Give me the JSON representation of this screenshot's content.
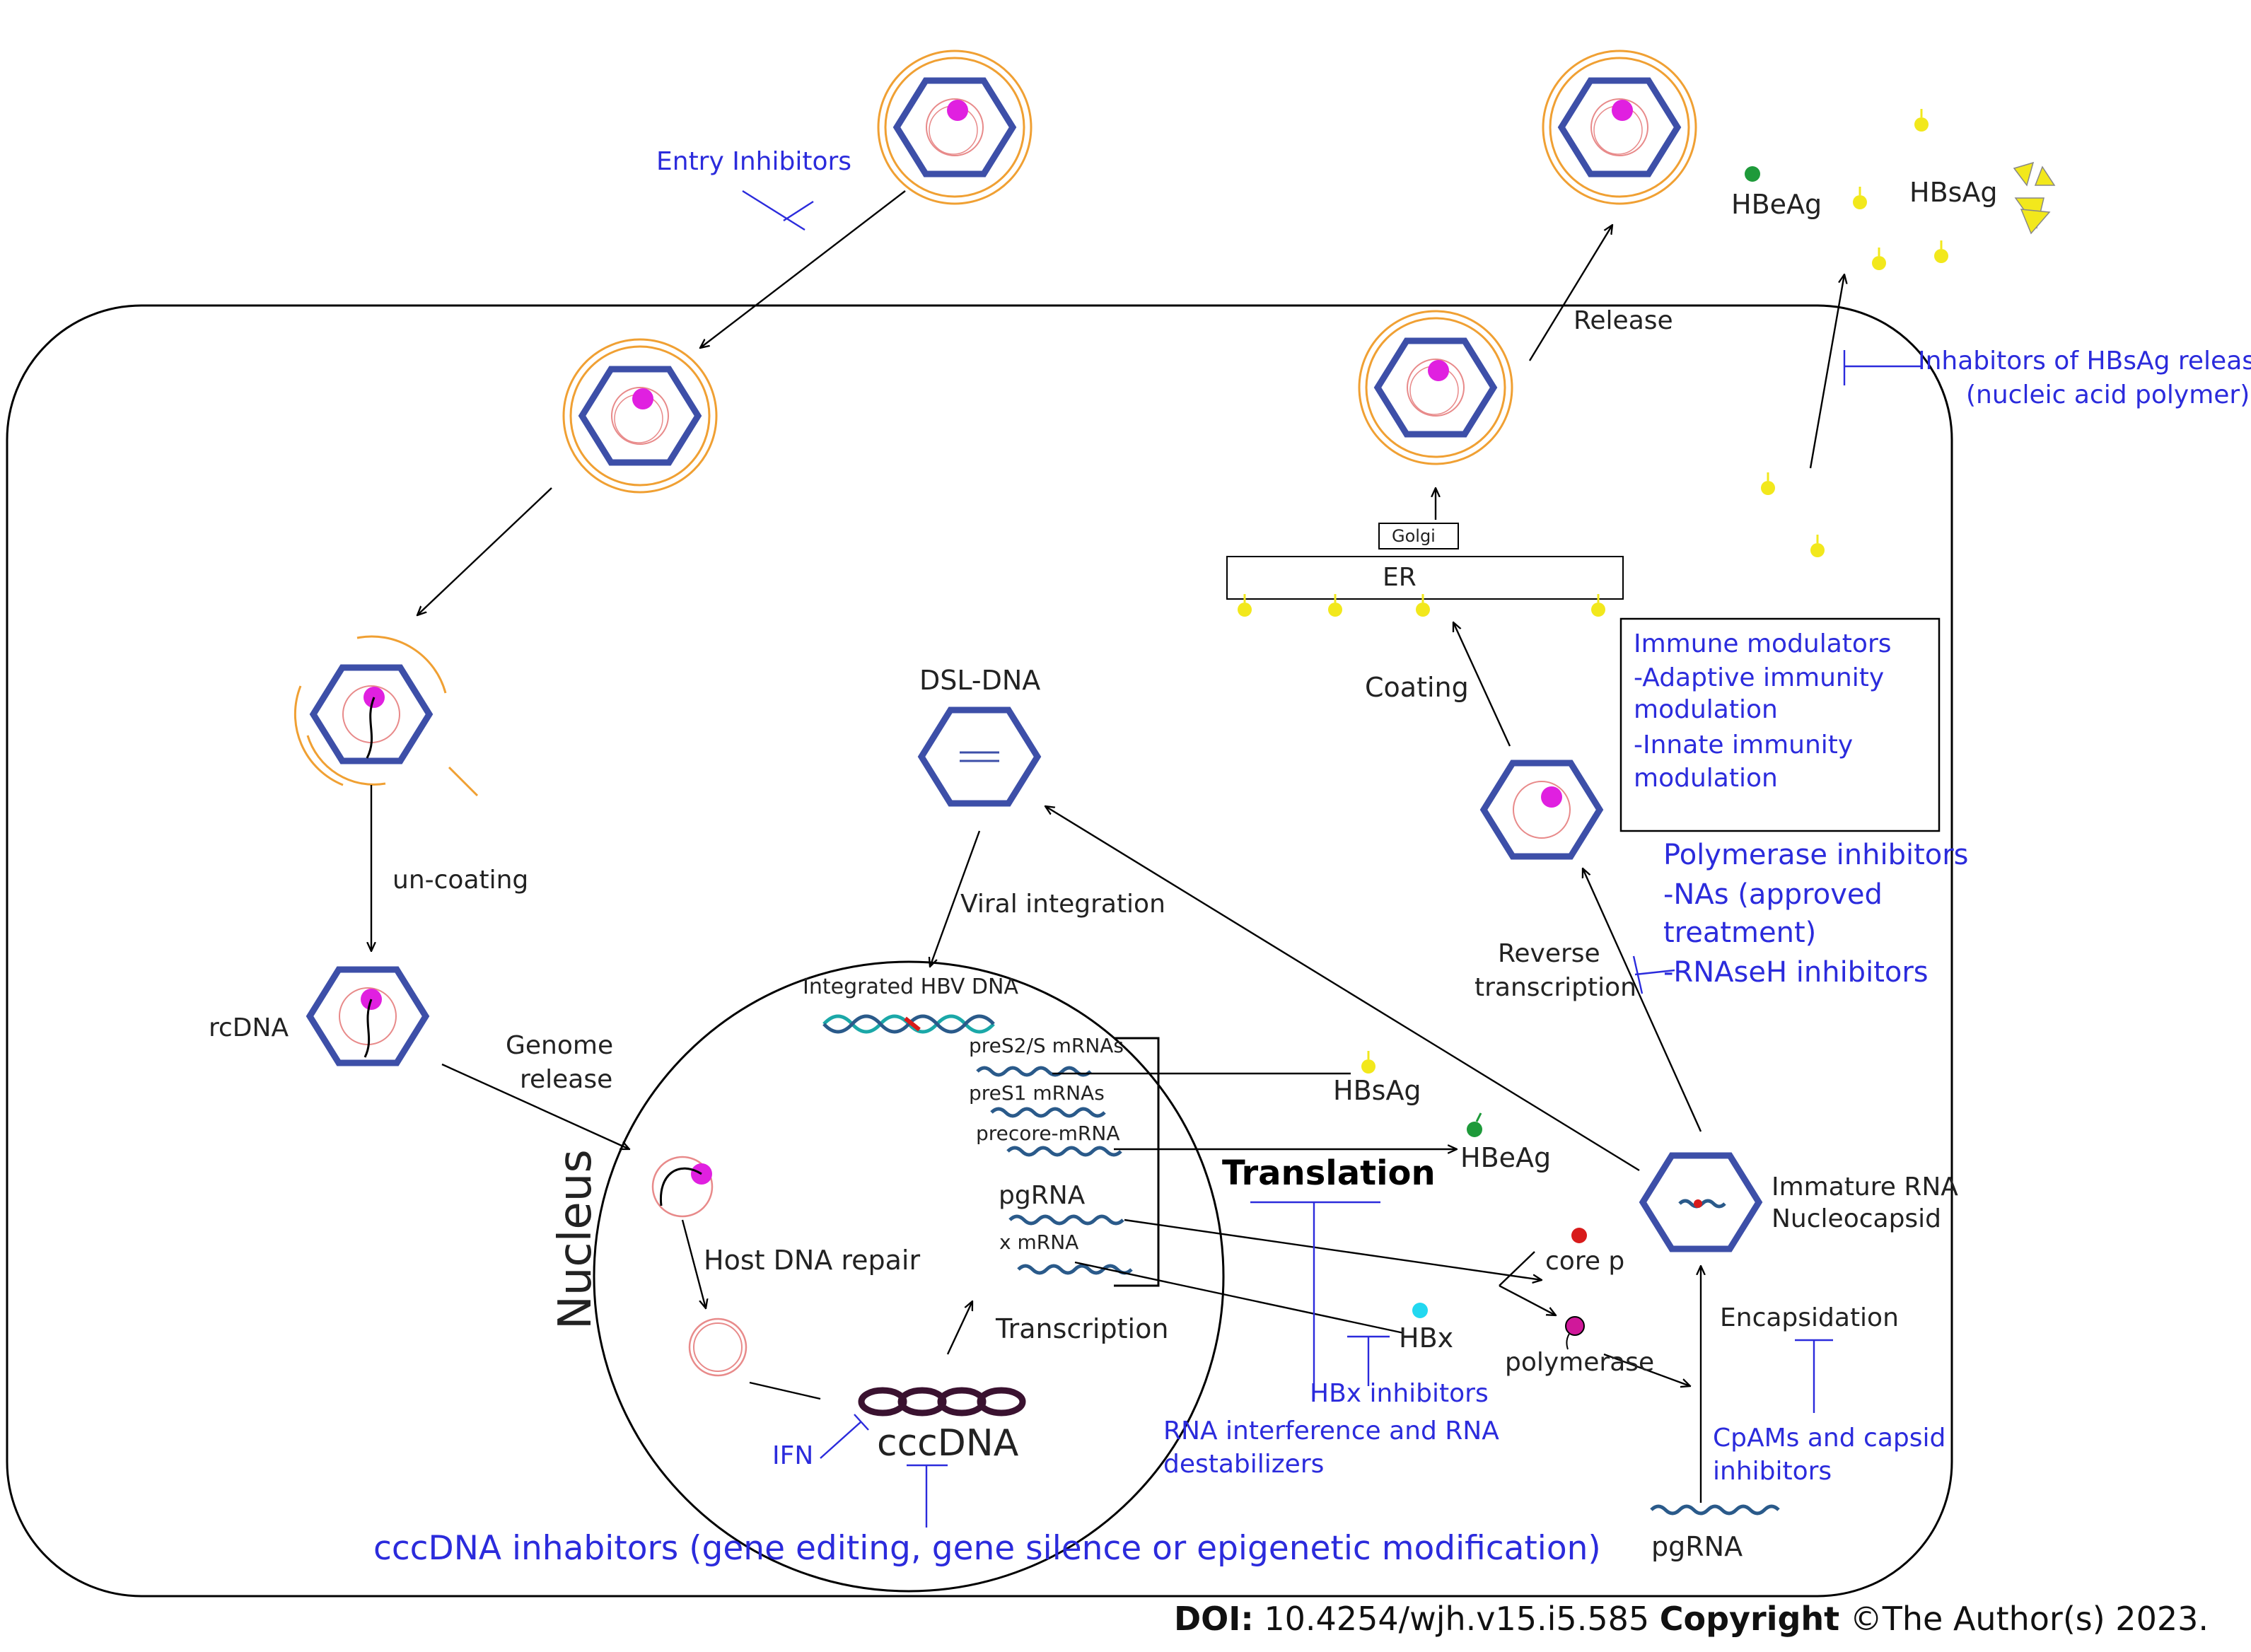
{
  "labels": {
    "entry_inhibitors": "Entry Inhibitors",
    "release": "Release",
    "hbeag_top": "HBeAg",
    "hbsag_top": "HBsAg",
    "hbsag_release_inh_1": "Inhabitors of HBsAg release",
    "hbsag_release_inh_2": "(nucleic acid polymer)",
    "golgi": "Golgi",
    "er": "ER",
    "coating": "Coating",
    "immune_1": "Immune modulators",
    "immune_2": "-Adaptive immunity",
    "immune_3": "modulation",
    "immune_4": "-Innate immunity",
    "immune_5": "modulation",
    "dsl_dna": "DSL-DNA",
    "uncoating": "un-coating",
    "poly_inh_1": "Polymerase inhibitors",
    "poly_inh_2": "-NAs (approved",
    "poly_inh_3": "treatment)",
    "poly_inh_4": "-RNAseH inhibitors",
    "viral_integration": "Viral integration",
    "reverse_1": "Reverse",
    "reverse_2": "transcription",
    "integrated_hbv": "Integrated HBV DNA",
    "rcdna": "rcDNA",
    "genome_1": "Genome",
    "genome_2": "release",
    "pres2": "preS2/S mRNAs",
    "hbsag_mid": "HBsAg",
    "pres1": "preS1 mRNAs",
    "precore": "precore-mRNA",
    "hbeag_mid": "HBeAg",
    "nucleus": "Nucleus",
    "translation": "Translation",
    "immature_1": "Immature RNA",
    "immature_2": "Nucleocapsid",
    "pgrna": "pgRNA",
    "xmrna": "x mRNA",
    "core_p": "core p",
    "host_repair": "Host DNA repair",
    "encapsidation": "Encapsidation",
    "transcription": "Transcription",
    "hbx": "HBx",
    "polymerase": "polymerase",
    "hbx_inh": "HBx inhibitors",
    "cccdna": "cccDNA",
    "ifn": "IFN",
    "rnai_1": "RNA interference and RNA",
    "rnai_2": "destabilizers",
    "cpam_1": "CpAMs and capsid",
    "cpam_2": "inhibitors",
    "pgrna_bottom": "pgRNA",
    "cccdna_inh": "cccDNA inhabitors (gene editing, gene silence or epigenetic modification)"
  },
  "footer": {
    "doi_label": "DOI:",
    "doi_value": "10.4254/wjh.v15.i5.585",
    "copyright_label": "Copyright",
    "copyright_value": "©The Author(s) 2023."
  },
  "colors": {
    "capsid": "#3d4fa8",
    "envelope": "#f0a033",
    "magenta": "#e020e0",
    "hbsag_yellow": "#f2e81c",
    "hbeag_green": "#1e9a3a",
    "core_red": "#d81b1b",
    "hbx_cyan": "#22d8f0",
    "polymerase_pink": "#d0189a",
    "inhibitor_blue": "#2b2bdc",
    "rna_blue": "#2a5a8a",
    "cccdna": "#3a1230"
  }
}
